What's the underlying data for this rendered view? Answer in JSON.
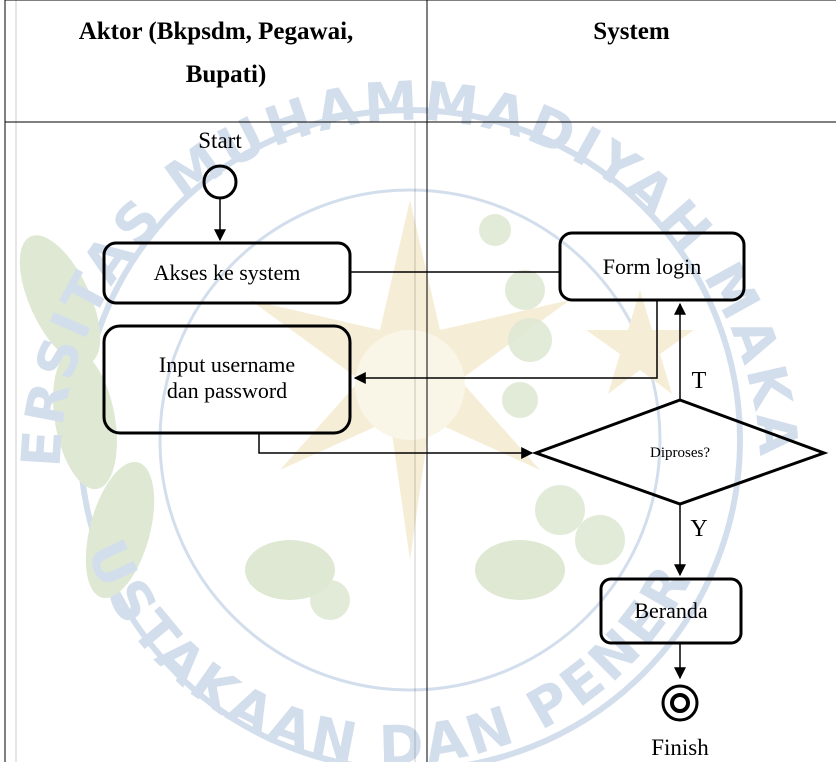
{
  "header": {
    "actor_lane_title_line1": "Aktor (Bkpsdm, Pegawai,",
    "actor_lane_title_line2": "Bupati)",
    "system_lane_title": "System"
  },
  "nodes": {
    "start_label": "Start",
    "access_system": "Akses ke system",
    "input_credentials_line1": "Input username",
    "input_credentials_line2": "dan password",
    "form_login": "Form login",
    "decision": "Diproses?",
    "decision_no": "T",
    "decision_yes": "Y",
    "home": "Beranda",
    "finish_label": "Finish"
  },
  "watermark": {
    "text_top": "UNIVERSITAS MUHAMMADIYAH MAKASSAR",
    "text_bottom": "PERPUSTAKAAN DAN PENERBITAN",
    "colors": {
      "green": "#6f9a3c",
      "gold": "#d9b24a",
      "blue": "#3d6fb0"
    }
  }
}
